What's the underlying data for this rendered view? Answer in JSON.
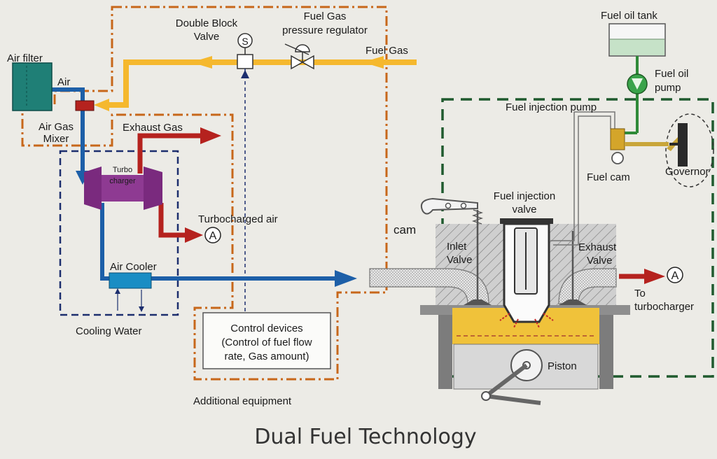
{
  "title": "Dual Fuel Technology",
  "labels": {
    "double_block_valve": [
      "Double Block",
      "Valve"
    ],
    "fuel_gas_regulator": [
      "Fuel Gas",
      "pressure regulator"
    ],
    "fuel_gas": "Fuel Gas",
    "air_filter": "Air filter",
    "air": "Air",
    "air_gas_mixer": [
      "Air Gas",
      "Mixer"
    ],
    "exhaust_gas": "Exhaust Gas",
    "turbocharger": [
      "Turbo",
      "charger"
    ],
    "turbocharged_air": "Turbocharged air",
    "air_cooler": "Air Cooler",
    "cooling_water": "Cooling Water",
    "control_devices": [
      "Control devices",
      "(Control of fuel flow",
      "rate, Gas amount)"
    ],
    "additional_equipment": "Additional equipment",
    "fuel_oil_tank": "Fuel oil tank",
    "fuel_oil_pump": [
      "Fuel oil",
      "pump"
    ],
    "fuel_injection_pump": "Fuel injection pump",
    "fuel_cam": "Fuel cam",
    "governor": "Governor",
    "fuel_injection_valve": [
      "Fuel injection",
      "valve"
    ],
    "cam": "cam",
    "inlet_valve": [
      "Inlet",
      "Valve"
    ],
    "exhaust_valve": [
      "Exhaust",
      "Valve"
    ],
    "to_turbocharger": [
      "To",
      "turbocharger"
    ],
    "piston": "Piston",
    "marker_a": "A",
    "marker_s": "S"
  },
  "colors": {
    "fuel_gas_line": "#f5b82e",
    "air_line": "#1d5fa8",
    "exhaust_line": "#b5221e",
    "fuel_oil_line": "#2f8a38",
    "orange_dash": "#c7671a",
    "navy_dash": "#1c2e6e",
    "green_dash": "#1f5a2e",
    "air_filter": "#1f7f76",
    "turbocharger": "#7a2a7e",
    "combustion": "#f0c23a"
  }
}
